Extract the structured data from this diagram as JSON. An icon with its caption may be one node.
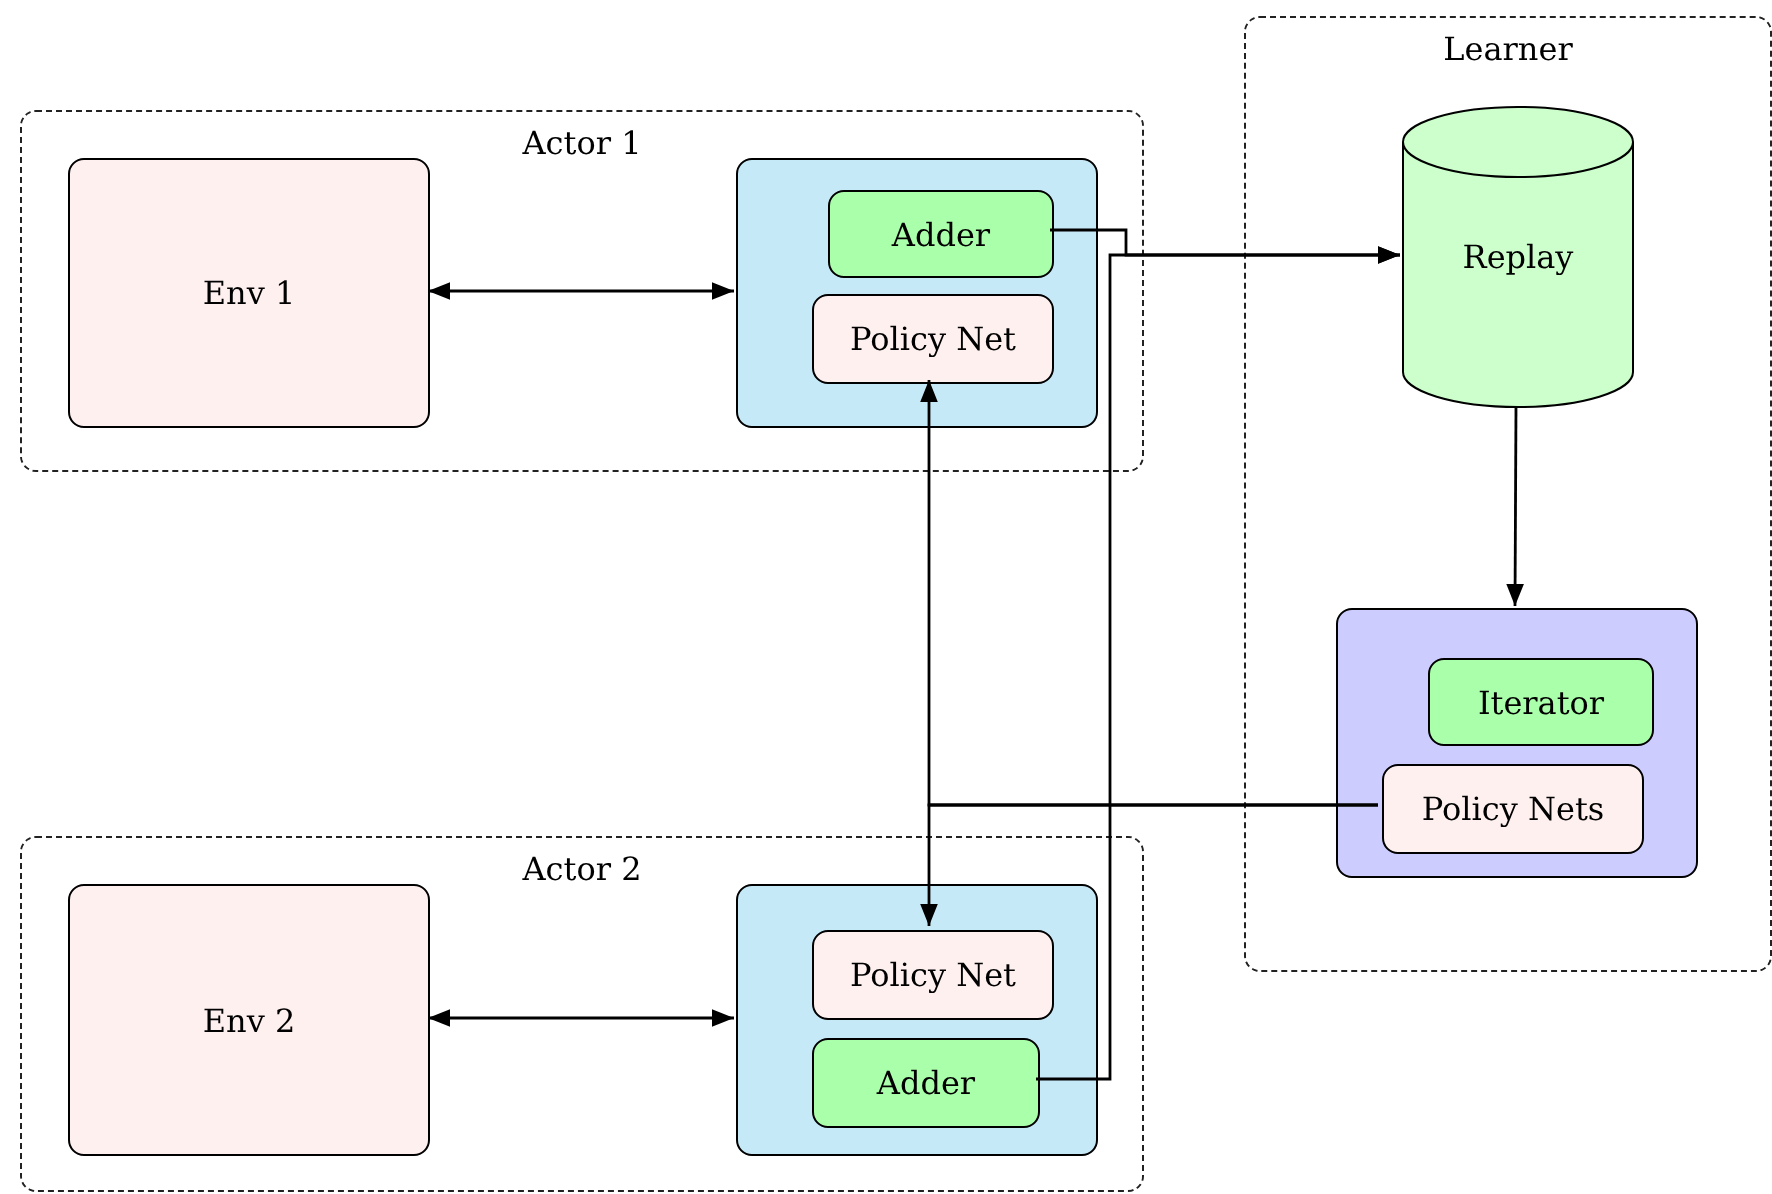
{
  "diagram": {
    "nodes": [
      {
        "text": [
          "Learner"
        ]
      },
      {
        "text": [
          "Replay"
        ],
        "in": 0
      },
      {
        "text": [],
        "shape": "box",
        "in": 0
      },
      {
        "text": [
          "Iterator"
        ],
        "in": 2
      },
      {
        "text": [
          "Policy Nets"
        ],
        "in": 2
      },
      {
        "text": [
          "Actor 1"
        ]
      },
      {
        "text": [
          "Env 1"
        ],
        "in": 5
      },
      {
        "text": [],
        "shape": "box",
        "in": 5
      },
      {
        "text": [
          "Adder"
        ],
        "in": 7
      },
      {
        "text": [
          "Policy Net"
        ],
        "in": 7
      },
      {
        "text": [
          "Actor 2"
        ]
      },
      {
        "text": [
          "Env 2"
        ],
        "in": 10
      },
      {
        "text": [],
        "shape": "box",
        "in": 10
      },
      {
        "text": [
          "Policy Net"
        ],
        "in": 12
      },
      {
        "text": [
          "Adder"
        ],
        "in": 12
      }
    ],
    "edges": [
      {
        "from": 6,
        "to": 7,
        "arrow": "both"
      },
      {
        "from": 8,
        "to": 1,
        "arrow": "to"
      },
      {
        "from": 14,
        "to": 1,
        "arrow": "to"
      },
      {
        "from": 1,
        "to": 2,
        "arrow": "to"
      },
      {
        "from": 4,
        "to": 9,
        "arrow": "to"
      },
      {
        "from": 4,
        "to": 13,
        "arrow": "to"
      },
      {
        "from": 11,
        "to": 12,
        "arrow": "both"
      }
    ]
  }
}
